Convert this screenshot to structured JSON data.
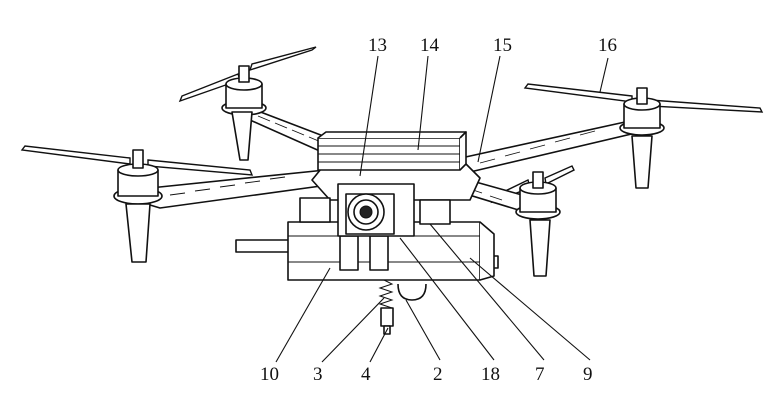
{
  "callouts": [
    {
      "id": "13",
      "label": "13"
    },
    {
      "id": "14",
      "label": "14"
    },
    {
      "id": "15",
      "label": "15"
    },
    {
      "id": "16",
      "label": "16"
    },
    {
      "id": "10",
      "label": "10"
    },
    {
      "id": "3",
      "label": "3"
    },
    {
      "id": "4",
      "label": "4"
    },
    {
      "id": "2",
      "label": "2"
    },
    {
      "id": "18",
      "label": "18"
    },
    {
      "id": "7",
      "label": "7"
    },
    {
      "id": "9",
      "label": "9"
    }
  ]
}
